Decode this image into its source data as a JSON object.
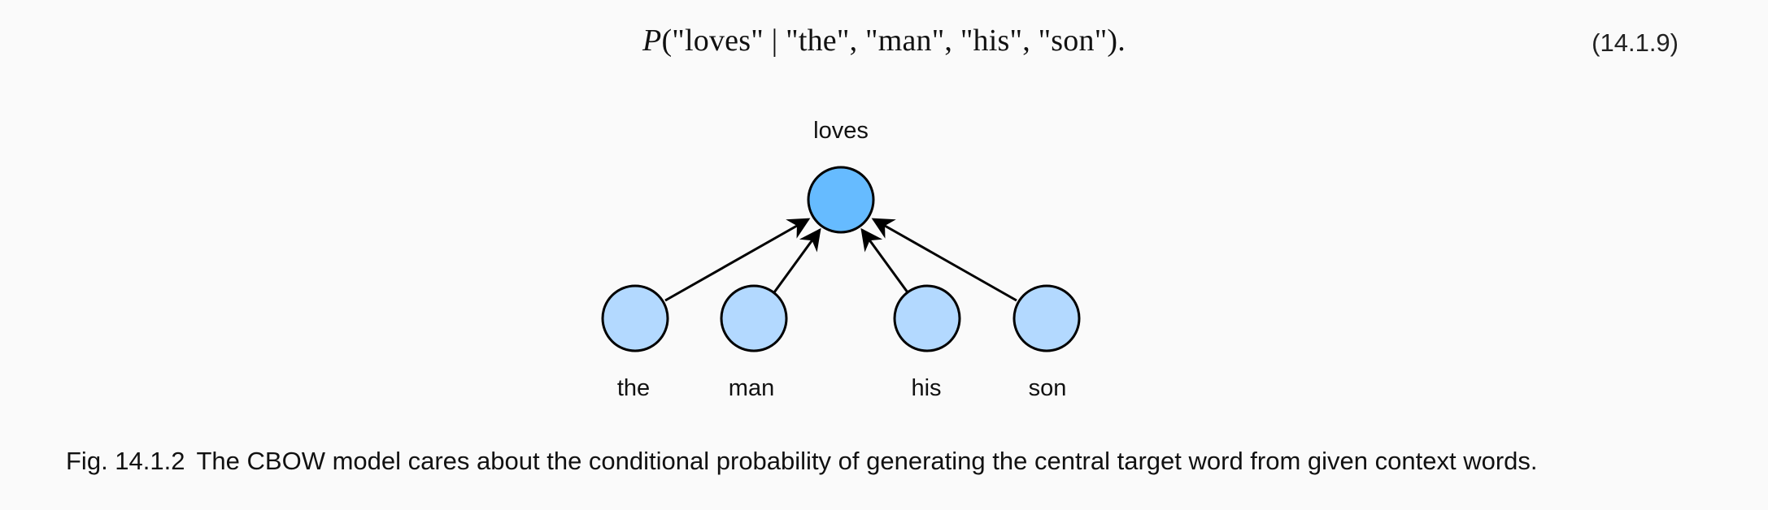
{
  "equation": {
    "prefix": "P",
    "body": "(\"loves\" | \"the\", \"man\", \"his\", \"son\").",
    "number": "(14.1.9)"
  },
  "diagram": {
    "target_word": "loves",
    "context_words": [
      "the",
      "man",
      "his",
      "son"
    ],
    "colors": {
      "target_fill": "#66bbff",
      "context_fill": "#b3d9ff",
      "stroke": "#000000",
      "background": "#fafafa"
    }
  },
  "caption": {
    "label": "Fig. 14.1.2",
    "text": "The CBOW model cares about the conditional probability of generating the central target word from given context words."
  }
}
